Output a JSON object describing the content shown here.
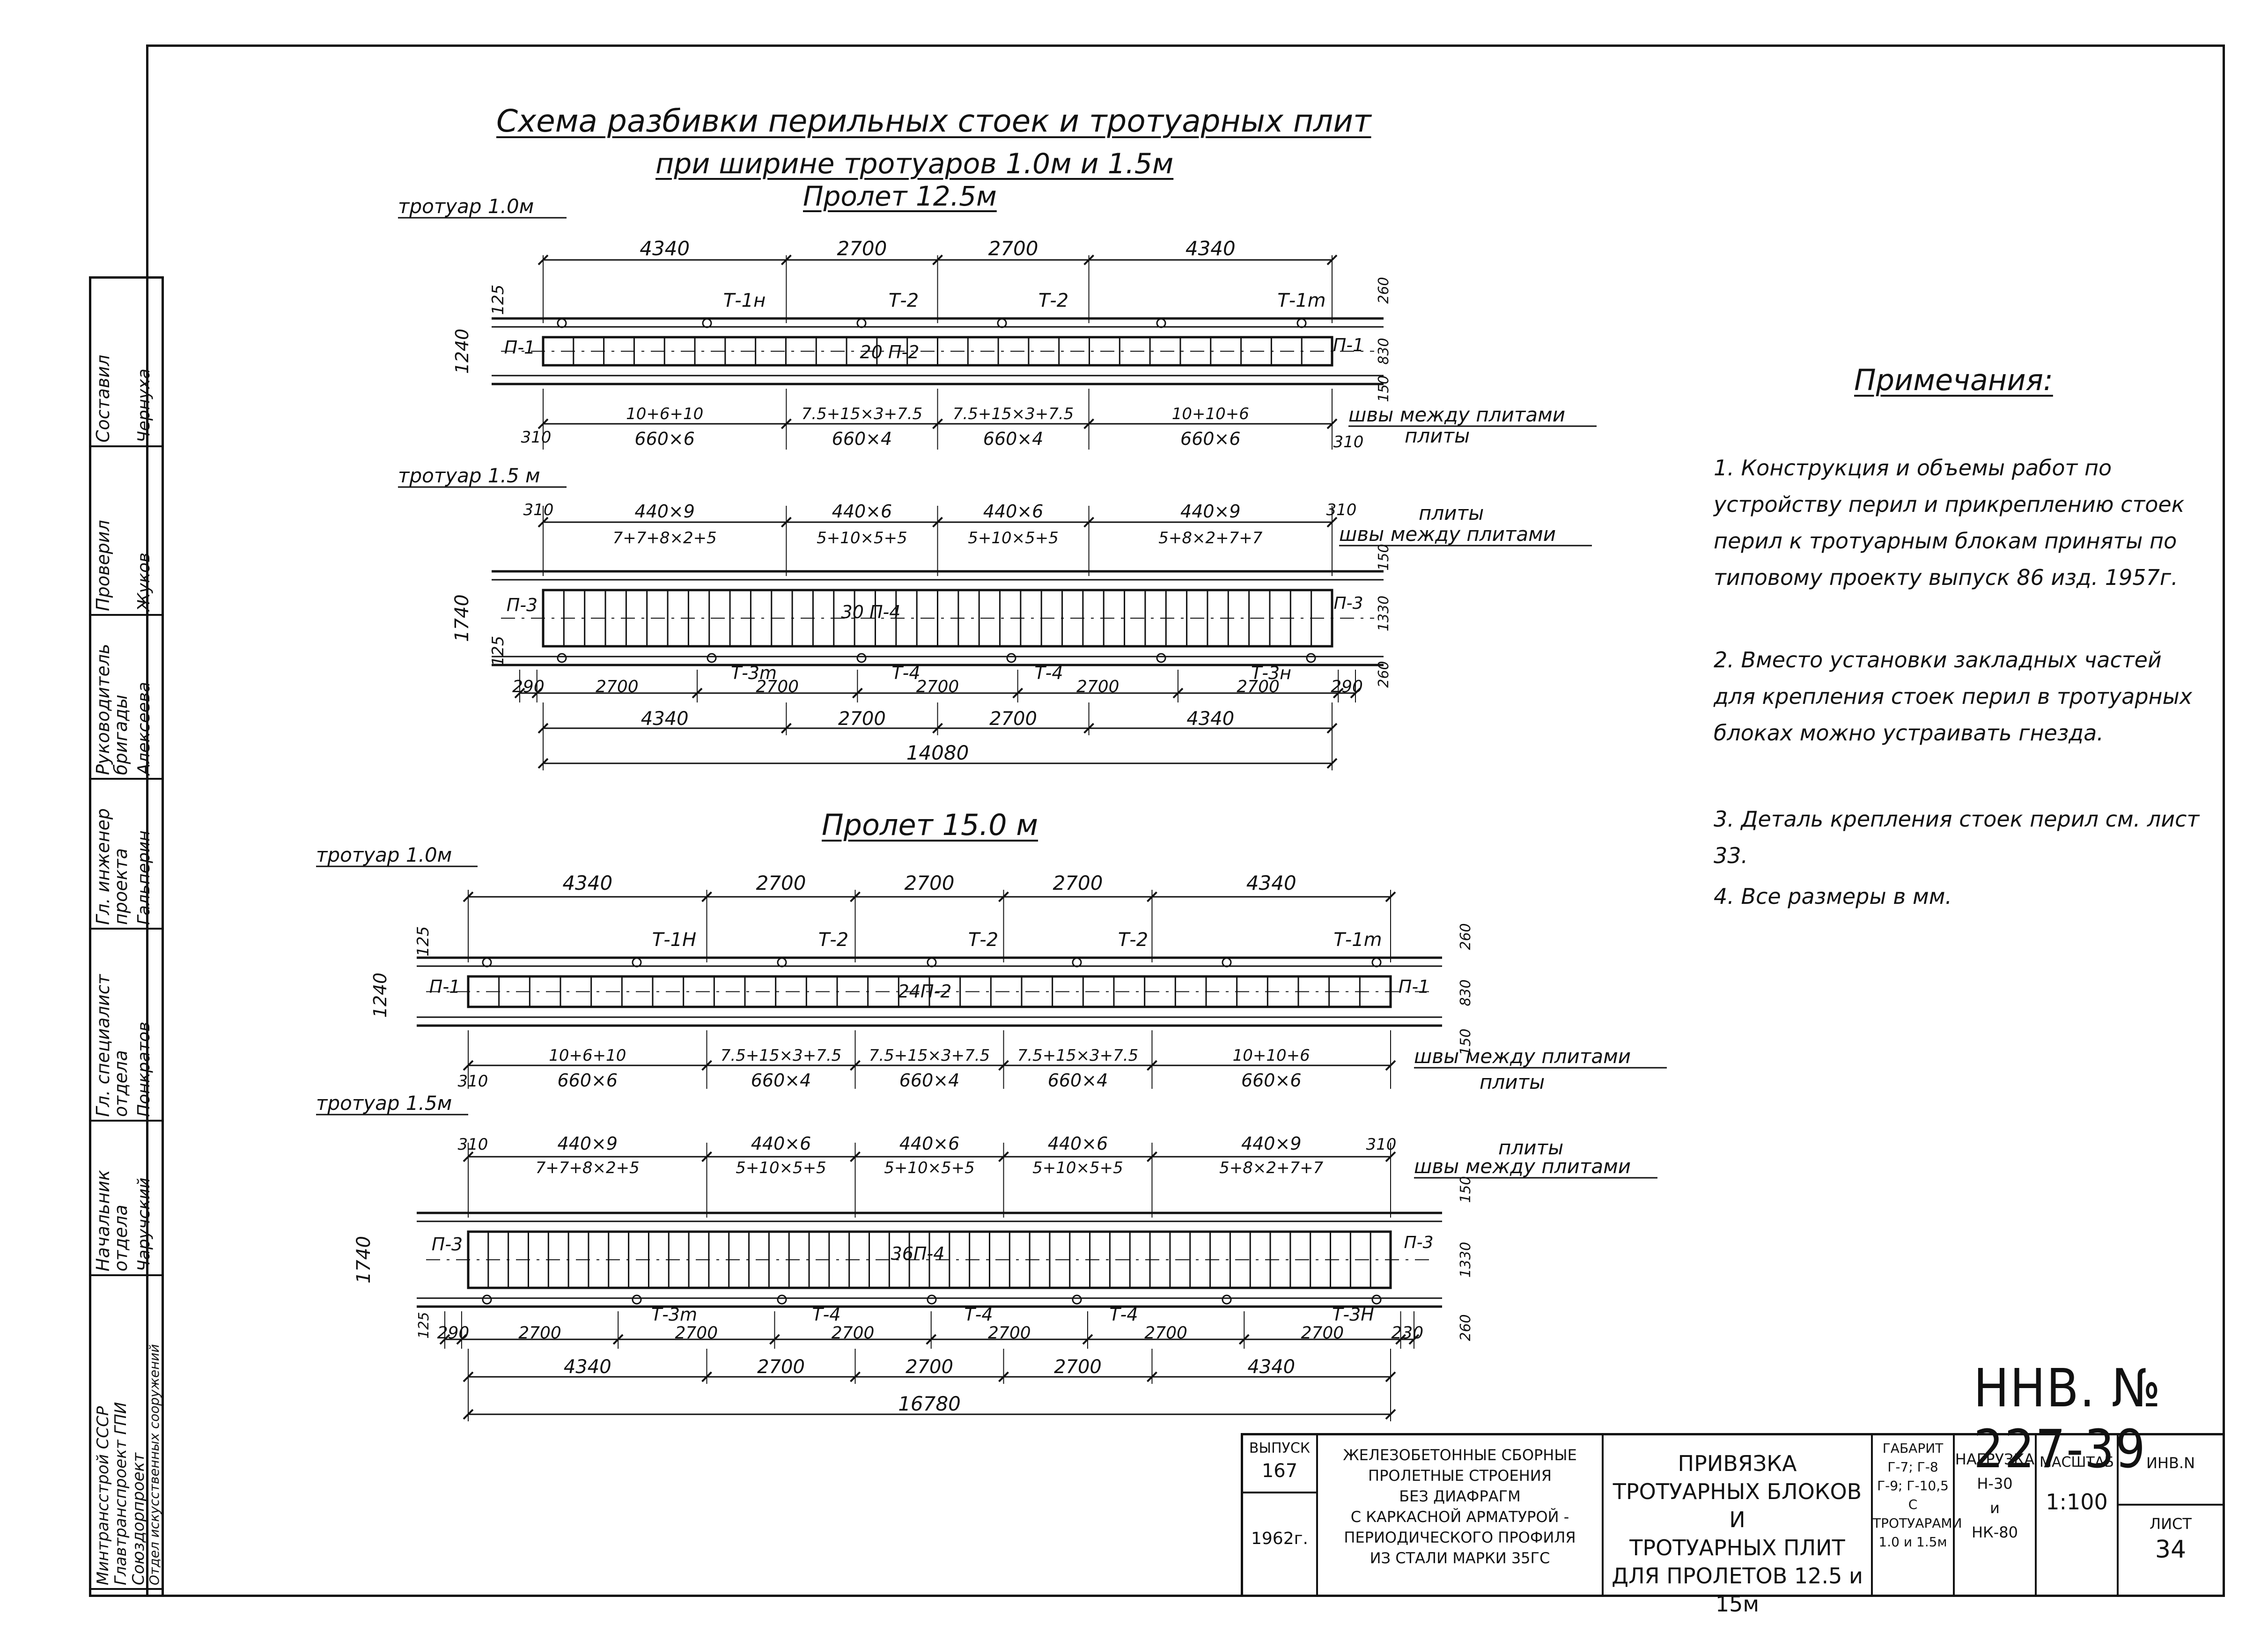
{
  "titles": {
    "main_line1": "Схема разбивки перильных стоек и тротуарных плит",
    "main_line2": "при ширине тротуаров 1.0м и 1.5м",
    "span_12_5": "Пролет 12.5м",
    "span_15": "Пролет 15.0 м"
  },
  "sections": {
    "s1": {
      "label": "тротуар 1.0м",
      "top_dims": [
        "4340",
        "2700",
        "2700",
        "4340"
      ],
      "block_labels": [
        "Т-1н",
        "Т-2",
        "Т-2",
        "Т-1m"
      ],
      "left_h": "1240",
      "left_top": "125",
      "right_dims": [
        "260",
        "830",
        "150"
      ],
      "plate_left": "П-1",
      "plate_right": "П-1",
      "center": "20 П-2",
      "seams": [
        "10+6+10",
        "7.5+15×3+7.5",
        "7.5+15×3+7.5",
        "10+10+6"
      ],
      "plates": [
        "660×6",
        "660×4",
        "660×4",
        "660×6"
      ],
      "edge_left": "310",
      "edge_right": "310",
      "seam_note": "швы между плитами",
      "plates_note": "плиты"
    },
    "s2": {
      "label": "тротуар 1.5 м",
      "edge_left": "310",
      "edge_right": "310",
      "top_plates": [
        "440×9",
        "440×6",
        "440×6",
        "440×9"
      ],
      "top_seams": [
        "7+7+8×2+5",
        "5+10×5+5",
        "5+10×5+5",
        "5+8×2+7+7"
      ],
      "plates_note": "плиты",
      "seam_note": "швы между плитами",
      "left_h": "1740",
      "left_bot": "125",
      "right_dims": [
        "150",
        "1330",
        "260"
      ],
      "plate_left": "П-3",
      "plate_right": "П-3",
      "center": "30 П-4",
      "bottom_blocks": [
        "Т-3m",
        "Т-4",
        "Т-4",
        "Т-3н"
      ],
      "bottom_dims": [
        "290",
        "2700",
        "2700",
        "2700",
        "2700",
        "2700",
        "290"
      ],
      "group_dims": [
        "4340",
        "2700",
        "2700",
        "4340"
      ],
      "total": "14080"
    },
    "s3": {
      "label": "тротуар 1.0м",
      "top_dims": [
        "4340",
        "2700",
        "2700",
        "2700",
        "4340"
      ],
      "block_labels": [
        "Т-1Н",
        "Т-2",
        "Т-2",
        "Т-2",
        "Т-1m"
      ],
      "left_h": "1240",
      "left_top": "125",
      "right_dims": [
        "260",
        "830",
        "150"
      ],
      "plate_left": "П-1",
      "plate_right": "П-1",
      "center": "24П-2",
      "seams": [
        "10+6+10",
        "7.5+15×3+7.5",
        "7.5+15×3+7.5",
        "7.5+15×3+7.5",
        "10+10+6"
      ],
      "plates": [
        "660×6",
        "660×4",
        "660×4",
        "660×4",
        "660×6"
      ],
      "edge_left": "310",
      "seam_note": "швы между плитами",
      "plates_note": "плиты"
    },
    "s4": {
      "label": "тротуар 1.5м",
      "edge_left": "310",
      "edge_right": "310",
      "top_plates": [
        "440×9",
        "440×6",
        "440×6",
        "440×6",
        "440×9"
      ],
      "top_seams": [
        "7+7+8×2+5",
        "5+10×5+5",
        "5+10×5+5",
        "5+10×5+5",
        "5+8×2+7+7"
      ],
      "plates_note": "плиты",
      "seam_note": "швы между плитами",
      "left_h": "1740",
      "left_bot": "125",
      "right_dims": [
        "150",
        "1330",
        "260"
      ],
      "plate_left": "П-3",
      "plate_right": "П-3",
      "center": "36П-4",
      "bottom_blocks": [
        "Т-3m",
        "Т-4",
        "Т-4",
        "Т-4",
        "Т-3Н"
      ],
      "bottom_dims": [
        "290",
        "2700",
        "2700",
        "2700",
        "2700",
        "2700",
        "2700",
        "230"
      ],
      "group_dims": [
        "4340",
        "2700",
        "2700",
        "2700",
        "4340"
      ],
      "total": "16780"
    }
  },
  "notes": {
    "heading": "Примечания:",
    "items": [
      "1. Конструкция и объемы работ по устройству перил и прикреплению стоек перил к тротуарным блокам приняты по типовому проекту выпуск 86 изд. 1957г.",
      "2. Вместо установки закладных частей для крепления стоек перил в тротуарных блоках можно устраивать гнезда.",
      "3. Деталь крепления стоек перил см. лист 33.",
      "4. Все размеры в мм."
    ]
  },
  "stamp": {
    "rows": [
      {
        "role": "Составил",
        "name": "Чернуха"
      },
      {
        "role": "Проверил",
        "name": "Жуков"
      },
      {
        "role": "Руководитель бригады",
        "name": "Алексеева"
      },
      {
        "role": "Гл. инженер проекта",
        "name": "Гальперин"
      },
      {
        "role": "Гл. специалист отдела",
        "name": "Понкратов"
      },
      {
        "role": "Начальник отдела",
        "name": "Чаручский"
      },
      {
        "role": "Минтрансстрой СССР Главтранспроект ГПИ Союздорпроект",
        "name": "Отдел искусственных сооружений"
      }
    ]
  },
  "doc_number": "ННВ. № 227-39",
  "title_block": {
    "vypusk_label": "ВЫПУСК",
    "vypusk": "167",
    "year": "1962г.",
    "series": [
      "ЖЕЛЕЗОБЕТОННЫЕ СБОРНЫЕ",
      "ПРОЛЕТНЫЕ СТРОЕНИЯ",
      "БЕЗ ДИАФРАГМ",
      "С КАРКАСНОЙ АРМАТУРОЙ -",
      "ПЕРИОДИЧЕСКОГО ПРОФИЛЯ",
      "ИЗ СТАЛИ МАРКИ 35ГС"
    ],
    "sheet_title": [
      "ПРИВЯЗКА",
      "ТРОТУАРНЫХ БЛОКОВ И",
      "ТРОТУАРНЫХ ПЛИТ",
      "ДЛЯ ПРОЛЕТОВ 12.5 и 15м"
    ],
    "gabarit_label": "ГАБАРИТ",
    "gabarit": [
      "Г-7; Г-8",
      "Г-9; Г-10,5",
      "С",
      "ТРОТУАРАМИ",
      "1.0 и 1.5м"
    ],
    "load_label": "НАГРУЗКА",
    "load": [
      "Н-30",
      "и",
      "НК-80"
    ],
    "scale_label": "МАСШТАБ",
    "scale": "1:100",
    "inv_label": "ИНВ.N",
    "sheet_label": "ЛИСТ",
    "sheet": "34"
  }
}
